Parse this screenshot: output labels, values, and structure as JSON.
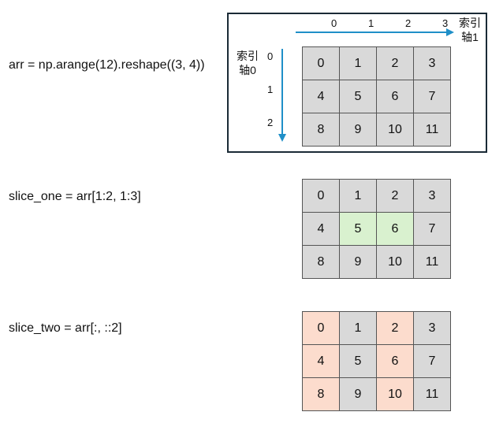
{
  "rows": [
    {
      "code": "arr = np.arange(12).reshape((3, 4))",
      "values": [
        [
          0,
          1,
          2,
          3
        ],
        [
          4,
          5,
          6,
          7
        ],
        [
          8,
          9,
          10,
          11
        ]
      ],
      "highlight": [],
      "highlight_color": ""
    },
    {
      "code": "slice_one = arr[1:2, 1:3]",
      "values": [
        [
          0,
          1,
          2,
          3
        ],
        [
          4,
          5,
          6,
          7
        ],
        [
          8,
          9,
          10,
          11
        ]
      ],
      "highlight": [
        [
          1,
          1
        ],
        [
          1,
          2
        ]
      ],
      "highlight_color": "#d9f1cf"
    },
    {
      "code": "slice_two = arr[:, ::2]",
      "values": [
        [
          0,
          1,
          2,
          3
        ],
        [
          4,
          5,
          6,
          7
        ],
        [
          8,
          9,
          10,
          11
        ]
      ],
      "highlight": [
        [
          0,
          0
        ],
        [
          1,
          0
        ],
        [
          2,
          0
        ],
        [
          0,
          2
        ],
        [
          1,
          2
        ],
        [
          2,
          2
        ]
      ],
      "highlight_color": "#fcdccd"
    }
  ],
  "colors": {
    "cell": "#d9d9d9",
    "arrow": "#1f8fc8",
    "frame": "#1a2a36"
  },
  "axis1": {
    "label_line1": "索引",
    "label_line2": "轴1",
    "ticks": [
      "0",
      "1",
      "2",
      "3"
    ]
  },
  "axis0": {
    "label_line1": "索引",
    "label_line2": "轴0",
    "ticks": [
      "0",
      "1",
      "2"
    ]
  }
}
